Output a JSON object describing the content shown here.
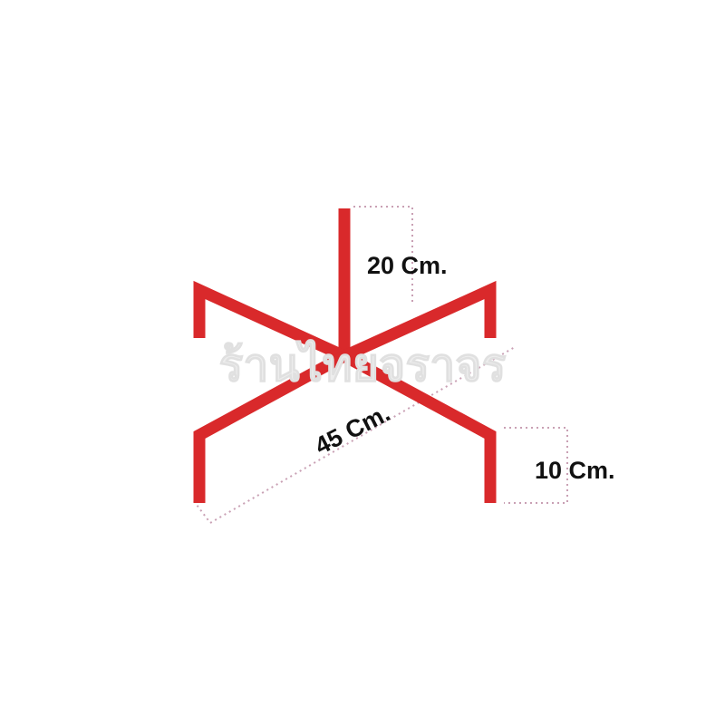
{
  "diagram": {
    "colors": {
      "frame": "#d9292b",
      "dimension_line": "#c9a0b4",
      "label": "#111111",
      "watermark": "#ebebeb"
    },
    "labels": {
      "height_top": "20 Cm.",
      "diagonal": "45 Cm.",
      "height_foot": "10 Cm."
    },
    "watermark_text": "ร้านไทยจราจร"
  }
}
